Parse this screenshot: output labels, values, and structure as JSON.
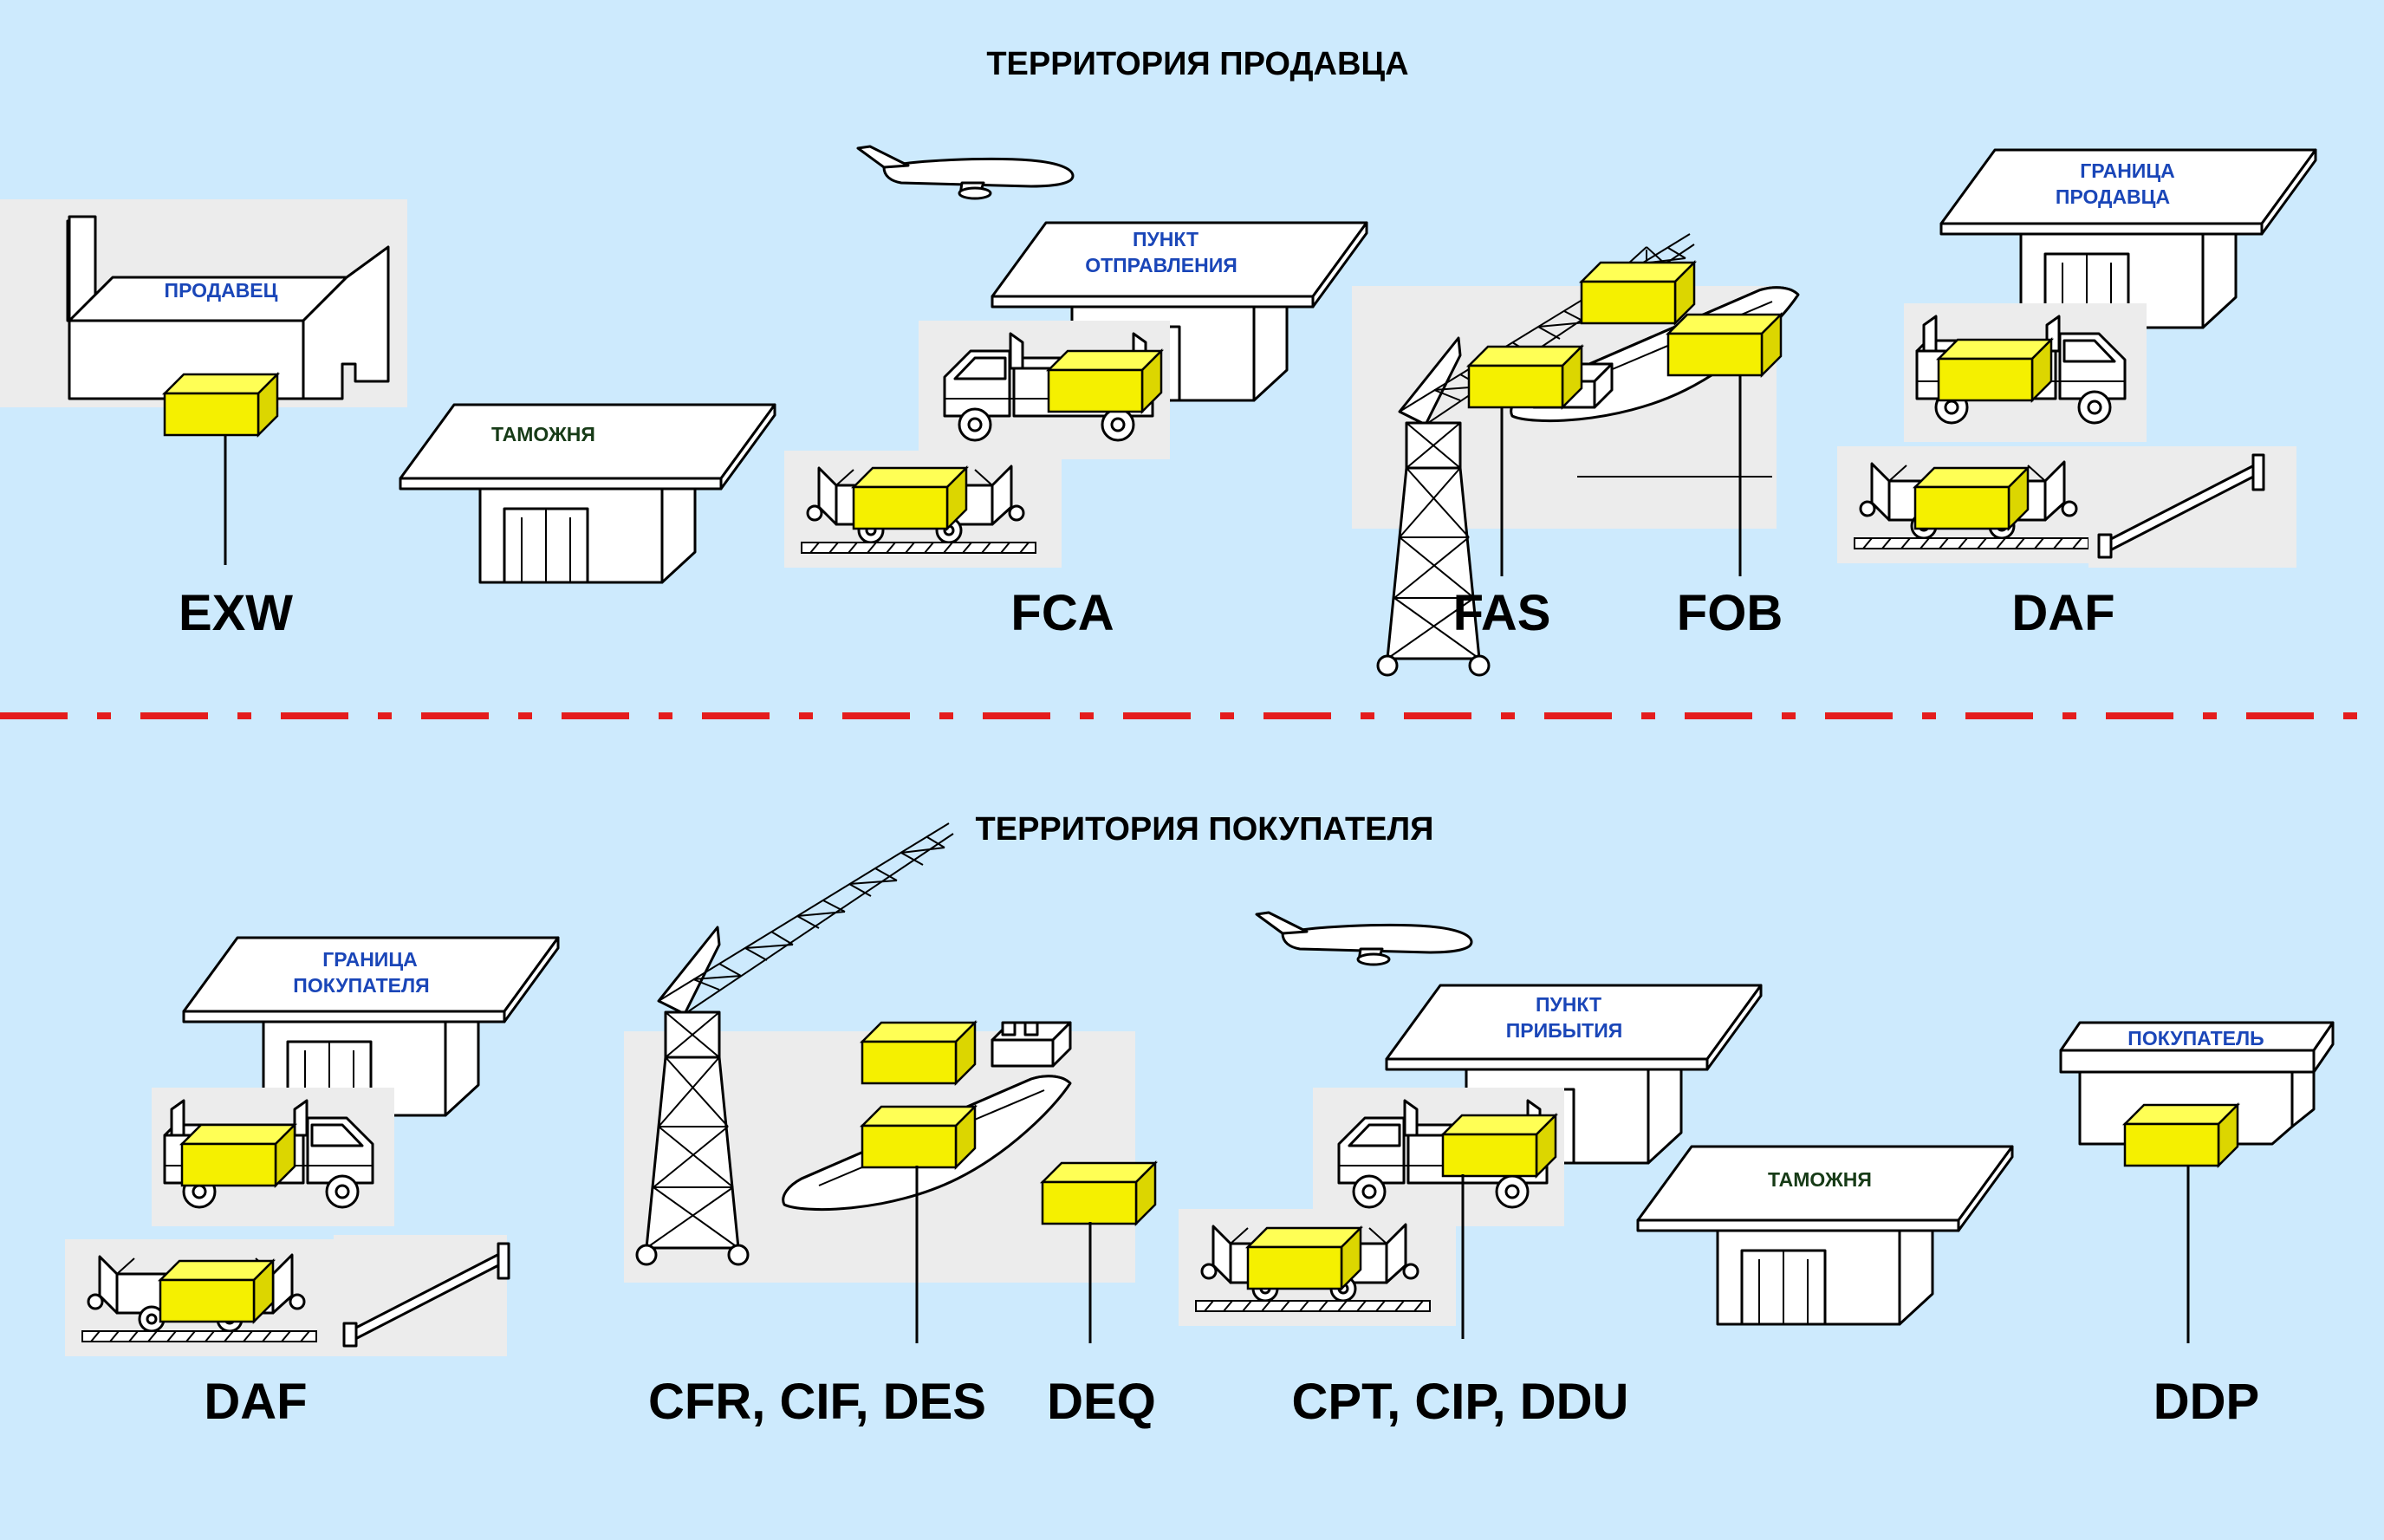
{
  "titles": {
    "seller_territory": "ТЕРРИТОРИЯ ПРОДАВЦА",
    "buyer_territory": "ТЕРРИТОРИЯ ПОКУПАТЕЛЯ"
  },
  "labels": {
    "seller": "ПРОДАВЕЦ",
    "customs_top": "ТАМОЖНЯ",
    "departure_1": "ПУНКТ",
    "departure_2": "ОТПРАВЛЕНИЯ",
    "seller_border_1": "ГРАНИЦА",
    "seller_border_2": "ПРОДАВЦА",
    "buyer_border_1": "ГРАНИЦА",
    "buyer_border_2": "ПОКУПАТЕЛЯ",
    "arrival_1": "ПУНКТ",
    "arrival_2": "ПРИБЫТИЯ",
    "customs_bottom": "ТАМОЖНЯ",
    "buyer": "ПОКУПАТЕЛЬ"
  },
  "terms": {
    "exw": "EXW",
    "fca": "FCA",
    "fas": "FAS",
    "fob": "FOB",
    "daf_top": "DAF",
    "daf_bottom": "DAF",
    "cfr_cif_des": "CFR, CIF, DES",
    "deq": "DEQ",
    "cpt_cip_ddu": "CPT, CIP, DDU",
    "ddp": "DDP"
  },
  "colors": {
    "background": "#cdeafd",
    "divider": "#e41d1d",
    "cargo": "#ffff55",
    "building_label": "#1a46b8",
    "customs_label": "#173b17"
  }
}
